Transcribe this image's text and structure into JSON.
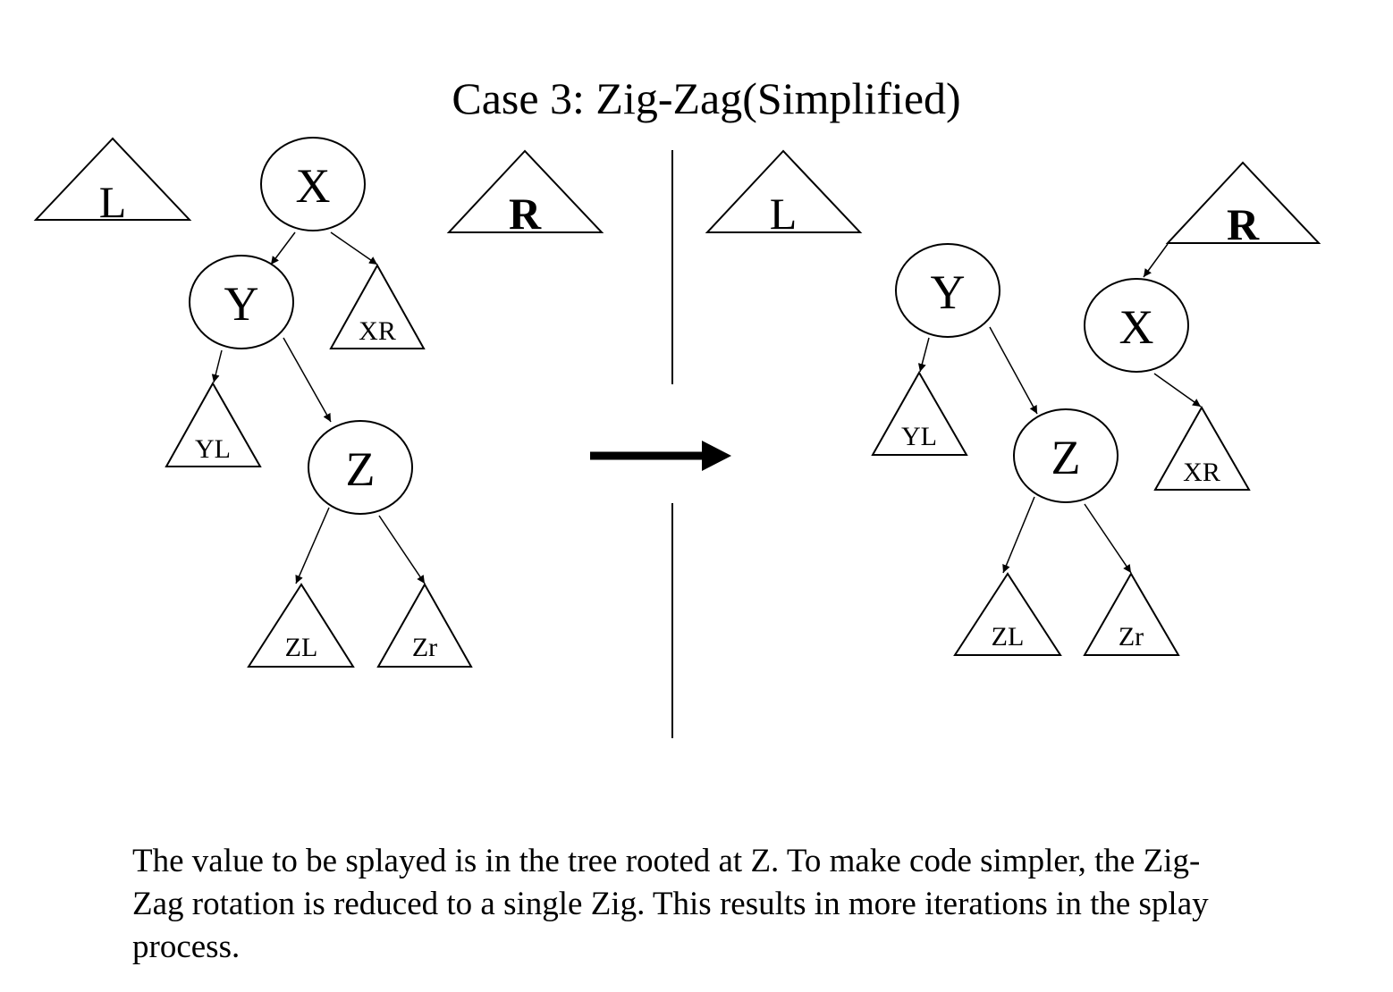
{
  "title": "Case 3: Zig-Zag(Simplified)",
  "caption": "The value to be splayed is in the tree rooted at Z. To make code simpler, the Zig-Zag rotation is reduced to a single Zig. This results in more iterations in the splay process.",
  "before": {
    "left_tree": "L",
    "right_tree": "R",
    "nodes": {
      "x": "X",
      "y": "Y",
      "z": "Z"
    },
    "subtrees": {
      "xr": "XR",
      "yl": "YL",
      "zl": "ZL",
      "zr": "Zr"
    }
  },
  "after": {
    "left_tree": "L",
    "right_tree": "R",
    "nodes": {
      "x": "X",
      "y": "Y",
      "z": "Z"
    },
    "subtrees": {
      "xr": "XR",
      "yl": "YL",
      "zl": "ZL",
      "zr": "Zr"
    }
  },
  "colors": {
    "ink": "#000000",
    "background": "#ffffff"
  }
}
